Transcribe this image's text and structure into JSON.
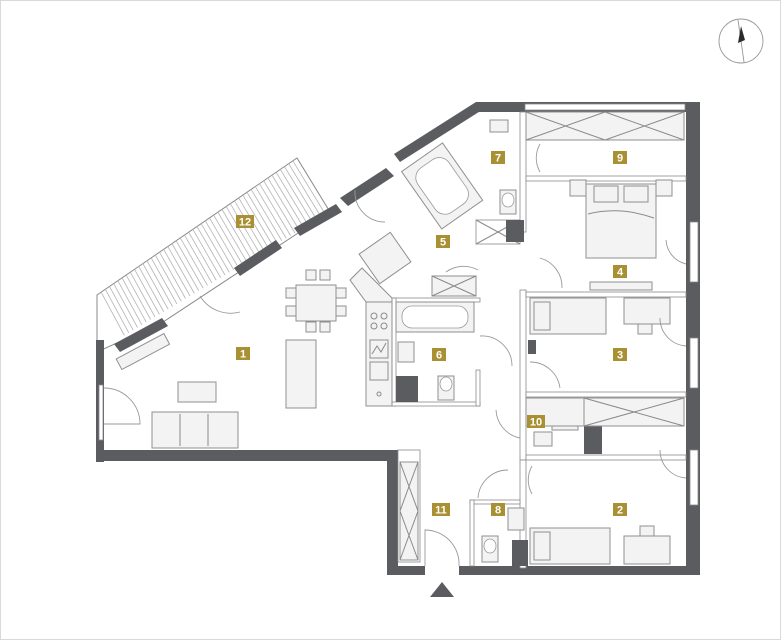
{
  "rooms": [
    {
      "id": "1",
      "label": "1"
    },
    {
      "id": "2",
      "label": "2"
    },
    {
      "id": "3",
      "label": "3"
    },
    {
      "id": "4",
      "label": "4"
    },
    {
      "id": "5",
      "label": "5"
    },
    {
      "id": "6",
      "label": "6"
    },
    {
      "id": "7",
      "label": "7"
    },
    {
      "id": "8",
      "label": "8"
    },
    {
      "id": "9",
      "label": "9"
    },
    {
      "id": "10",
      "label": "10"
    },
    {
      "id": "11",
      "label": "11"
    },
    {
      "id": "12",
      "label": "12"
    }
  ],
  "colors": {
    "wall": "#5a5c60",
    "badge": "#a99032",
    "badge_text": "#ffffff",
    "entrance_marker": "#5a5c60"
  },
  "icons": {
    "compass": "compass-icon",
    "entrance": "entrance-arrow-icon"
  }
}
